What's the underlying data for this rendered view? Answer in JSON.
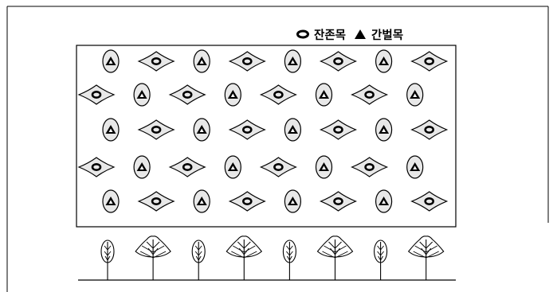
{
  "legend": {
    "retained_label": "잔존목",
    "thinned_label": "간벌목"
  },
  "stand_layout": {
    "rows": [
      [
        "thinned",
        "retained",
        "thinned",
        "retained",
        "thinned",
        "retained",
        "thinned",
        "retained"
      ],
      [
        "retained",
        "thinned",
        "retained",
        "thinned",
        "retained",
        "thinned",
        "retained",
        "thinned"
      ],
      [
        "thinned",
        "retained",
        "thinned",
        "retained",
        "thinned",
        "retained",
        "thinned",
        "retained"
      ],
      [
        "retained",
        "thinned",
        "retained",
        "thinned",
        "retained",
        "thinned",
        "retained",
        "thinned"
      ],
      [
        "thinned",
        "retained",
        "thinned",
        "retained",
        "thinned",
        "retained",
        "thinned",
        "retained"
      ]
    ]
  },
  "tree_profile": [
    "narrow",
    "wide",
    "narrow",
    "wide",
    "narrow",
    "wide",
    "narrow",
    "wide"
  ],
  "colors": {
    "crown_fill": "#e8e8e8",
    "stroke": "#000000"
  }
}
